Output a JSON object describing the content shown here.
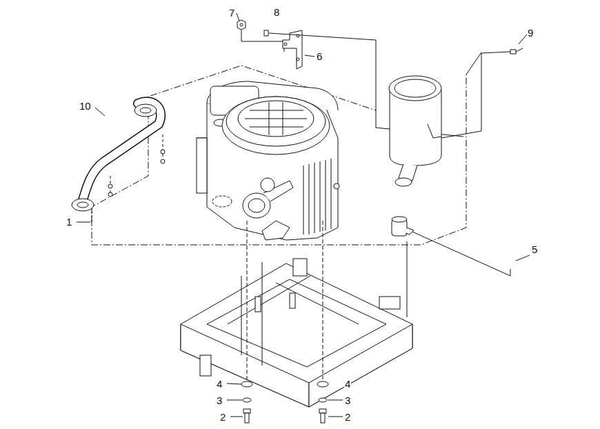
{
  "diagram": {
    "labels": [
      "7",
      "8",
      "9",
      "6",
      "10",
      "1",
      "5",
      "4",
      "4",
      "3",
      "3",
      "2",
      "2"
    ]
  }
}
